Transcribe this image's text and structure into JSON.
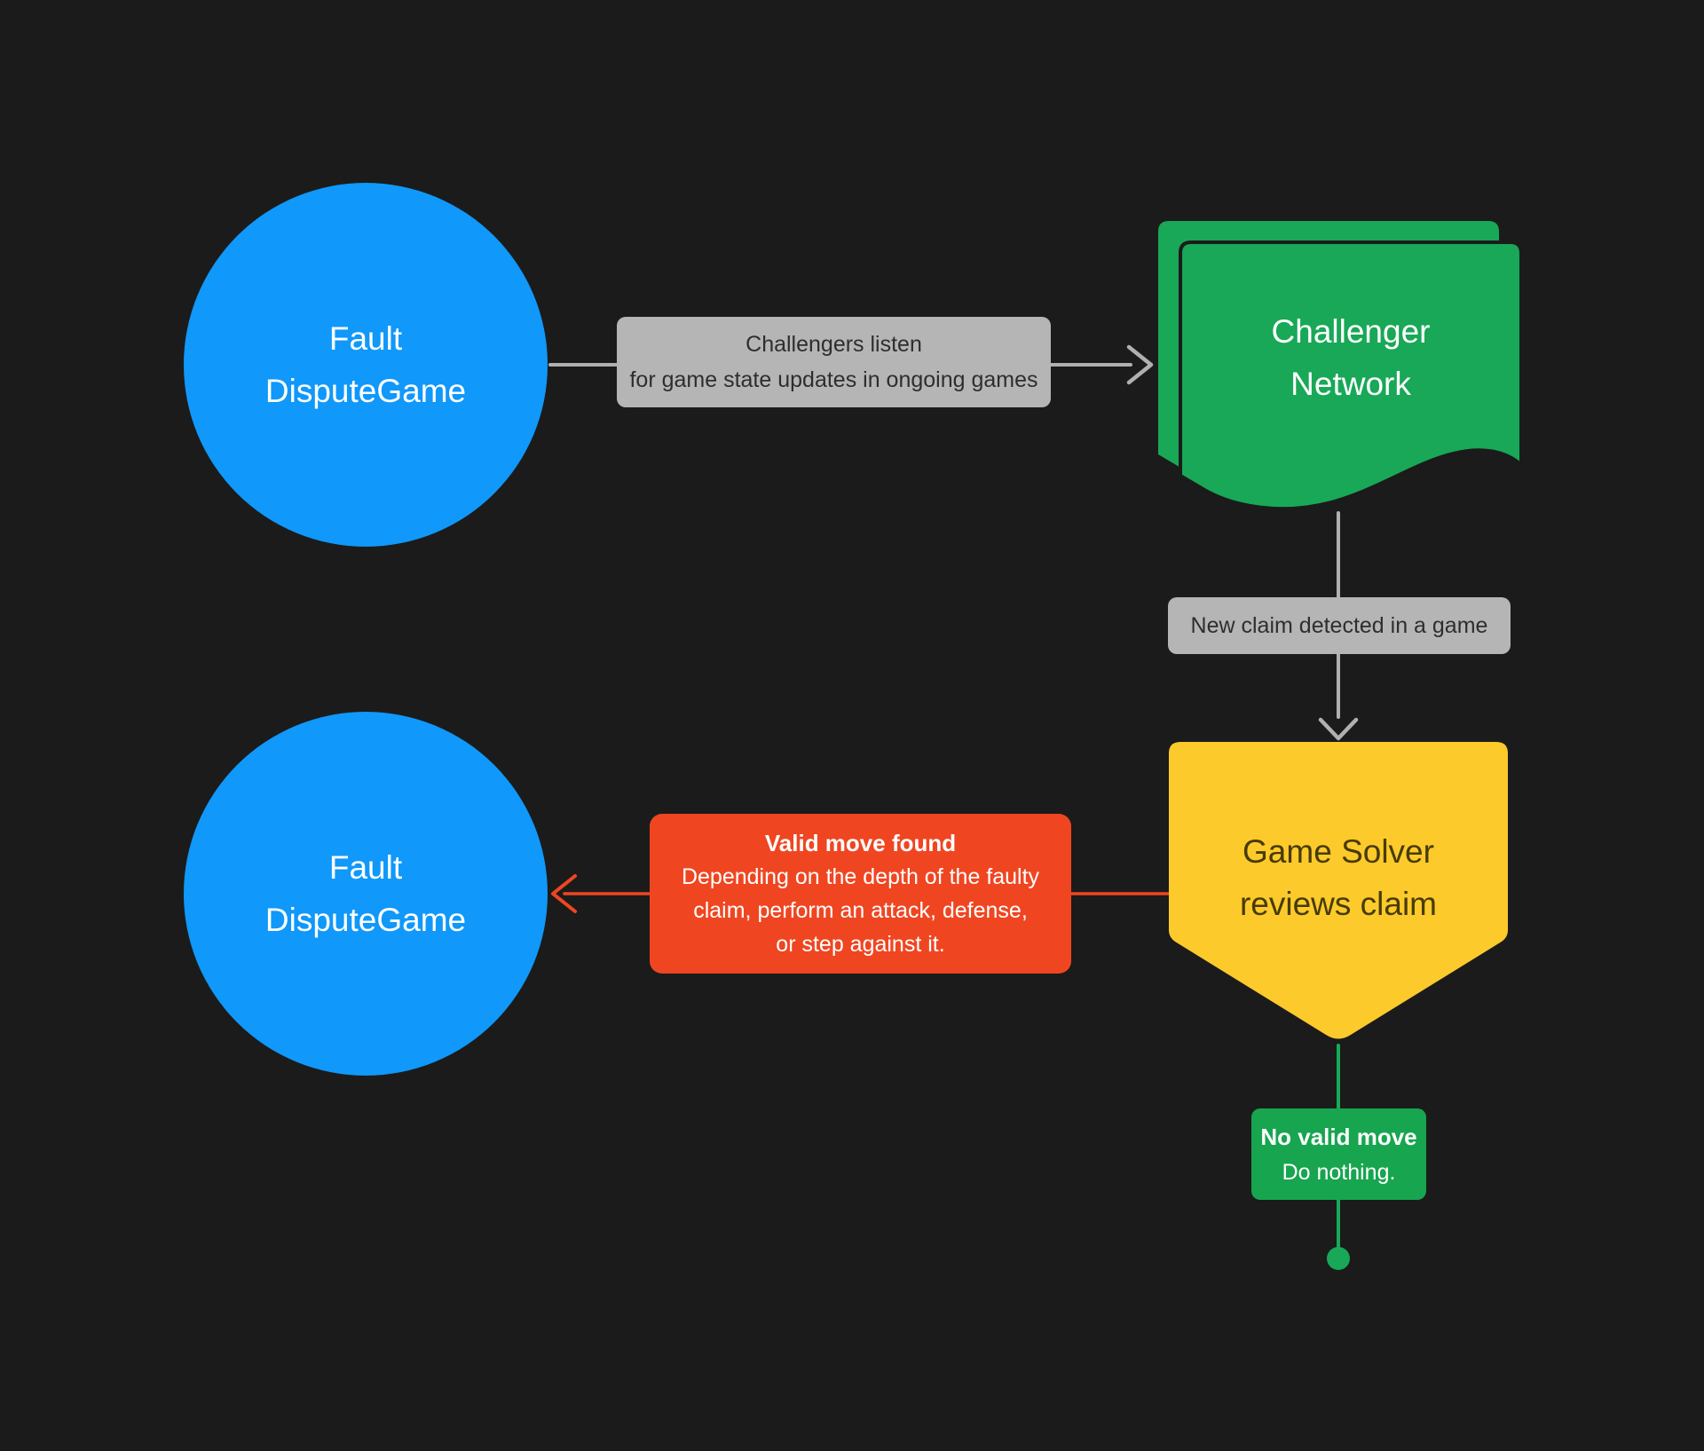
{
  "diagram": {
    "nodes": {
      "fault_top": {
        "line1": "Fault",
        "line2": "DisputeGame"
      },
      "challenger_network": {
        "line1": "Challenger",
        "line2": "Network"
      },
      "game_solver": {
        "line1": "Game Solver",
        "line2": "reviews claim"
      },
      "fault_bottom": {
        "line1": "Fault",
        "line2": "DisputeGame"
      }
    },
    "labels": {
      "challengers_listen": {
        "line1": "Challengers listen",
        "line2": "for game state updates in ongoing games"
      },
      "new_claim": {
        "text": "New claim detected in a game"
      },
      "valid_move": {
        "title": "Valid move found",
        "line1": "Depending on the depth of the faulty",
        "line2": "claim, perform an attack, defense,",
        "line3": "or step against it."
      },
      "no_valid_move": {
        "title": "No valid move",
        "line1": "Do nothing."
      }
    },
    "colors": {
      "background": "#1b1b1b",
      "node_blue": "#1098fa",
      "node_green": "#18a857",
      "node_yellow": "#fcca2b",
      "connector_gray": "#b0b0b0",
      "label_gray_bg": "#b5b5b5",
      "label_gray_text": "#2e2e2e",
      "alert_red": "#ef4621",
      "decision_green": "#17a54f",
      "node_text_white": "#ffffff",
      "yellow_node_text": "#473b06"
    }
  }
}
